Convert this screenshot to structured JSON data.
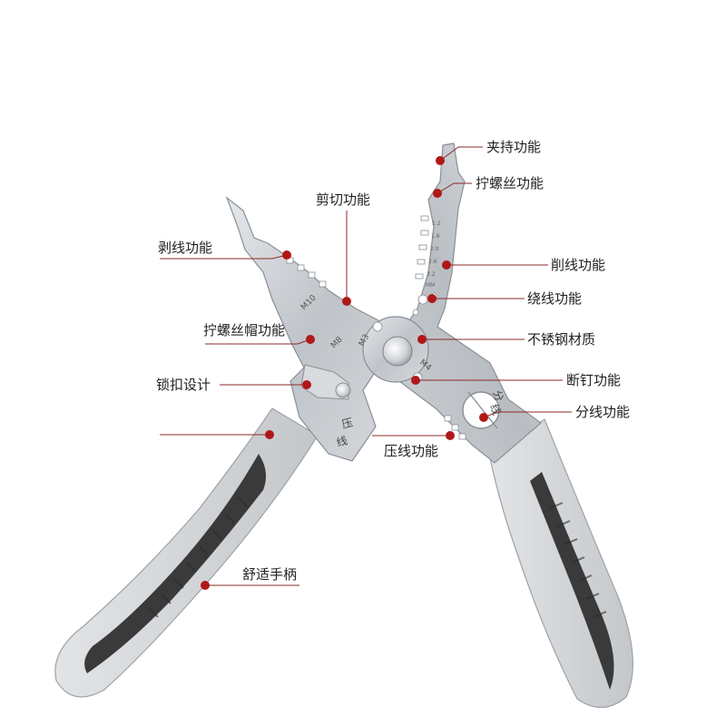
{
  "colors": {
    "background": "#ffffff",
    "leader_line": "#8b2a2a",
    "marker_dot": "#b01818",
    "label_text": "#222222",
    "steel": "#c9cdd2",
    "handle_grey": "#d3d5d8",
    "handle_dark": "#3a3a3a"
  },
  "icons": {
    "tool": "wire-stripper-pliers-illustration"
  },
  "callouts": [
    {
      "id": "clamp",
      "label": "夹持功能"
    },
    {
      "id": "screw-thread",
      "label": "拧螺丝功能"
    },
    {
      "id": "cut",
      "label": "剪切功能"
    },
    {
      "id": "strip",
      "label": "剥线功能"
    },
    {
      "id": "shave",
      "label": "削线功能"
    },
    {
      "id": "wind",
      "label": "绕线功能"
    },
    {
      "id": "nut-cap",
      "label": "拧螺丝帽功能"
    },
    {
      "id": "steel",
      "label": "不锈钢材质"
    },
    {
      "id": "lock",
      "label": "锁扣设计"
    },
    {
      "id": "bolt-cut",
      "label": "断钉功能"
    },
    {
      "id": "split",
      "label": "分线功能"
    },
    {
      "id": "crimp",
      "label": "压线功能"
    },
    {
      "id": "handle",
      "label": "舒适手柄"
    },
    {
      "id": "unlabeled",
      "label": ""
    }
  ],
  "tool_stamps": {
    "m10": "M10",
    "m8": "M8",
    "m3": "M3",
    "m4": "M4",
    "crimp_1": "压",
    "crimp_2": "线",
    "split_1": "分",
    "split_2": "线",
    "gauge": [
      "1.2",
      "1.6",
      "2.0",
      "2.6",
      "3.2",
      "MM"
    ]
  }
}
